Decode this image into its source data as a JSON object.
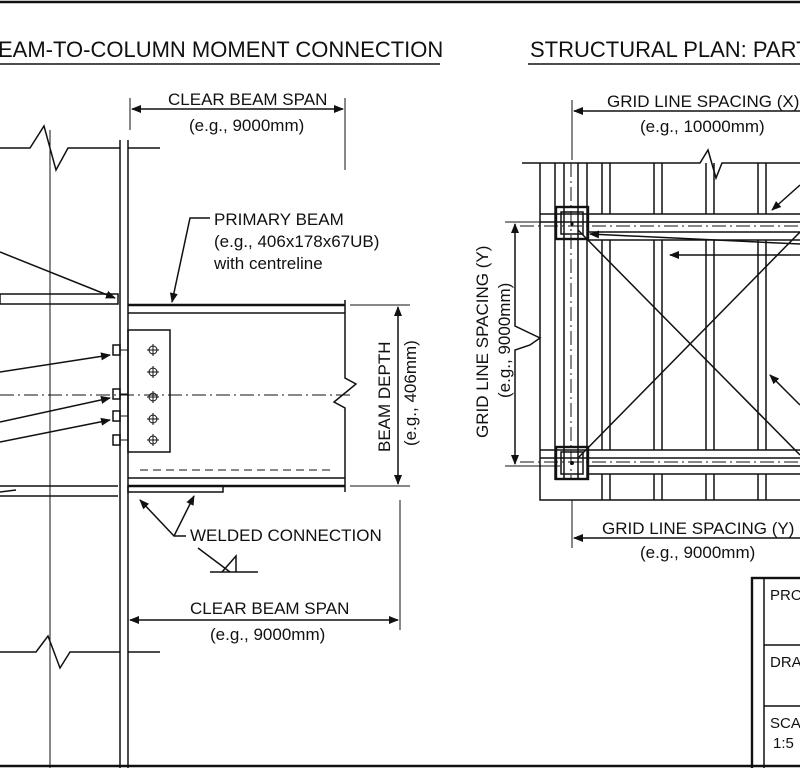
{
  "detail": {
    "title": "EAM-TO-COLUMN MOMENT CONNECTION",
    "top_span_label": "CLEAR BEAM SPAN",
    "top_span_value": "(e.g., 9000mm)",
    "primary_beam_label": "PRIMARY BEAM",
    "primary_beam_size": "(e.g., 406x178x67UB)",
    "primary_beam_note": "with centreline",
    "beam_depth_label": "BEAM DEPTH",
    "beam_depth_value": "(e.g., 406mm)",
    "weld_label": "WELDED CONNECTION",
    "bottom_span_label": "CLEAR BEAM SPAN",
    "bottom_span_value": "(e.g., 9000mm)"
  },
  "plan": {
    "title": "STRUCTURAL PLAN: PART",
    "grid_x_label": "GRID LINE SPACING (X)",
    "grid_x_value": "(e.g., 10000mm)",
    "grid_y_side_label": "GRID LINE SPACING (Y)",
    "grid_y_side_value": "(e.g., 9000mm)",
    "grid_y_bottom_label": "GRID LINE SPACING (Y)",
    "grid_y_bottom_value": "(e.g., 9000mm)"
  },
  "title_block": {
    "project": "PRO",
    "drawing": "DRA",
    "scale": "SCA",
    "scale_value": "1:5"
  }
}
